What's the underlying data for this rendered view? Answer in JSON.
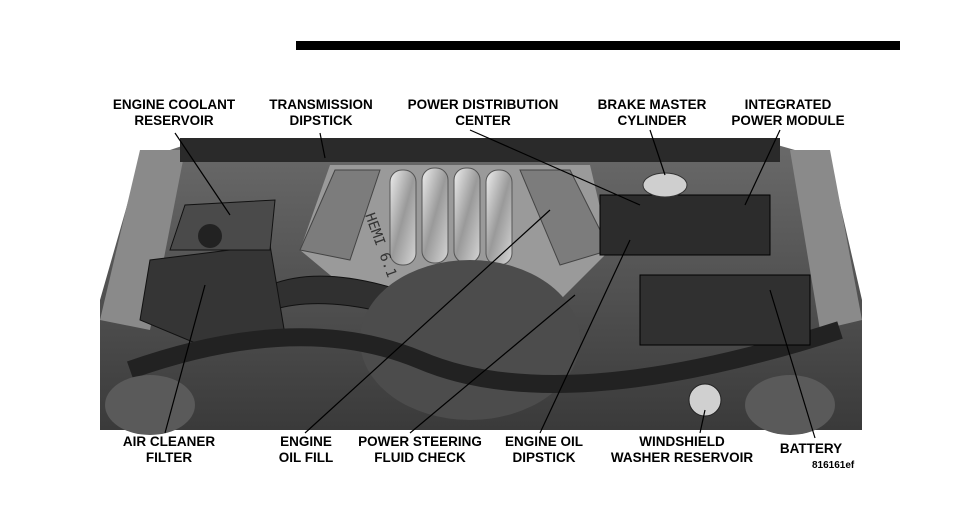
{
  "callouts": {
    "engine_coolant_reservoir": [
      "ENGINE COOLANT",
      "RESERVOIR"
    ],
    "transmission_dipstick": [
      "TRANSMISSION",
      "DIPSTICK"
    ],
    "power_distribution_center": [
      "POWER DISTRIBUTION",
      "CENTER"
    ],
    "brake_master_cylinder": [
      "BRAKE MASTER",
      "CYLINDER"
    ],
    "integrated_power_module": [
      "INTEGRATED",
      "POWER MODULE"
    ],
    "air_cleaner_filter": [
      "AIR CLEANER",
      "FILTER"
    ],
    "engine_oil_fill": [
      "ENGINE",
      "OIL FILL"
    ],
    "power_steering_fluid_check": [
      "POWER STEERING",
      "FLUID CHECK"
    ],
    "engine_oil_dipstick": [
      "ENGINE OIL",
      "DIPSTICK"
    ],
    "windshield_washer_reservoir": [
      "WINDSHIELD",
      "WASHER RESERVOIR"
    ],
    "battery": [
      "BATTERY"
    ]
  },
  "figure_id": "816161ef",
  "engine_text": "HEMI 6.1"
}
